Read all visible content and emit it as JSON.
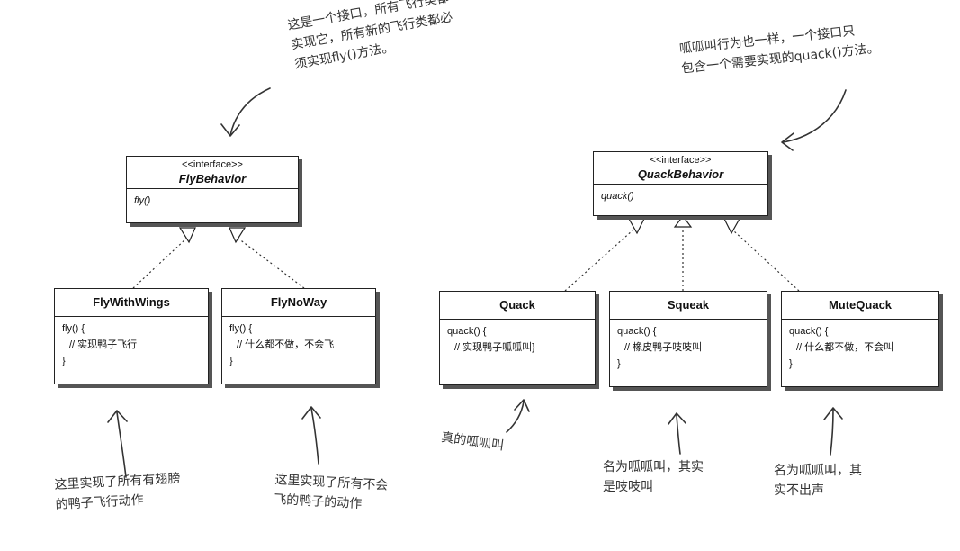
{
  "fly_behavior": {
    "stereotype": "<<interface>>",
    "name": "FlyBehavior",
    "method": "fly()"
  },
  "quack_behavior": {
    "stereotype": "<<interface>>",
    "name": "QuackBehavior",
    "method": "quack()"
  },
  "fly_with_wings": {
    "name": "FlyWithWings",
    "line1": "fly() {",
    "line2": "// 实现鸭子飞行",
    "line3": "}"
  },
  "fly_no_way": {
    "name": "FlyNoWay",
    "line1": "fly() {",
    "line2": "// 什么都不做，不会飞",
    "line3": "}"
  },
  "quack": {
    "name": "Quack",
    "line1": "quack() {",
    "line2": "// 实现鸭子呱呱叫}",
    "line3": ""
  },
  "squeak": {
    "name": "Squeak",
    "line1": "quack() {",
    "line2": "// 橡皮鸭子吱吱叫",
    "line3": "}"
  },
  "mute_quack": {
    "name": "MuteQuack",
    "line1": "quack() {",
    "line2": "// 什么都不做，不会叫",
    "line3": "}"
  },
  "notes": {
    "fly_interface": [
      "这是一个接口，所有飞行类都",
      "实现它，所有新的飞行类都必",
      "须实现fly()方法。"
    ],
    "quack_interface": [
      "呱呱叫行为也一样，一个接口只",
      "包含一个需要实现的quack()方法。"
    ],
    "fly_with_wings": [
      "这里实现了所有有翅膀",
      "的鸭子飞行动作"
    ],
    "fly_no_way": [
      "这里实现了所有不会",
      "飞的鸭子的动作"
    ],
    "quack": [
      "真的呱呱叫"
    ],
    "squeak": [
      "名为呱呱叫，其实",
      "是吱吱叫"
    ],
    "mute_quack": [
      "名为呱呱叫，其",
      "实不出声"
    ]
  }
}
